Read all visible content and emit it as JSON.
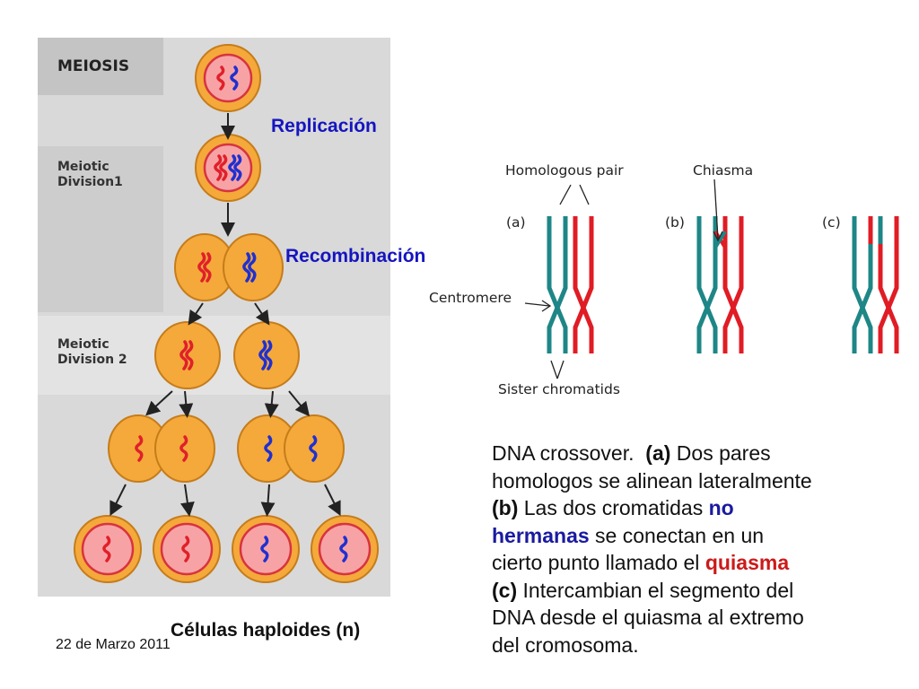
{
  "meiosis_panel": {
    "title": "MEIOSIS",
    "stage1": "Meiotic Division1",
    "stage2": "Meiotic Division 2"
  },
  "labels": {
    "replicacion": "Replicación",
    "recombinacion": "Recombinación",
    "celulas": "Células haploides (n)",
    "date": "22 de Marzo 2011"
  },
  "crossover_diagram": {
    "homologous_pair": "Homologous pair",
    "chiasma": "Chiasma",
    "centromere": "Centromere",
    "sister_chromatids": "Sister chromatids",
    "label_a": "(a)",
    "label_b": "(b)",
    "label_c": "(c)",
    "colors": {
      "teal": "#1e8686",
      "red": "#e01c24"
    }
  },
  "caption": {
    "p1": "DNA crossover.",
    "a": "(a)",
    "p2": " Dos pares homologos se alinean lateralmente ",
    "b": "(b)",
    "p3": " Las dos cromatidas ",
    "no_hermanas": "no hermanas",
    "p4": " se conectan en un cierto punto llamado el ",
    "quiasma": "quiasma",
    "c": "(c)",
    "p5": " Intercambian el segmento del DNA desde el quiasma al extremo del cromosoma."
  },
  "colors": {
    "panel_bg": "#d9d9d9",
    "cell_fill": "#f4a93a",
    "cell_border": "#c67c1a",
    "nucleus_fill": "#f7a3a6",
    "nucleus_border": "#d8333f",
    "chromo_red": "#e0202a",
    "chromo_blue": "#2030d0"
  }
}
